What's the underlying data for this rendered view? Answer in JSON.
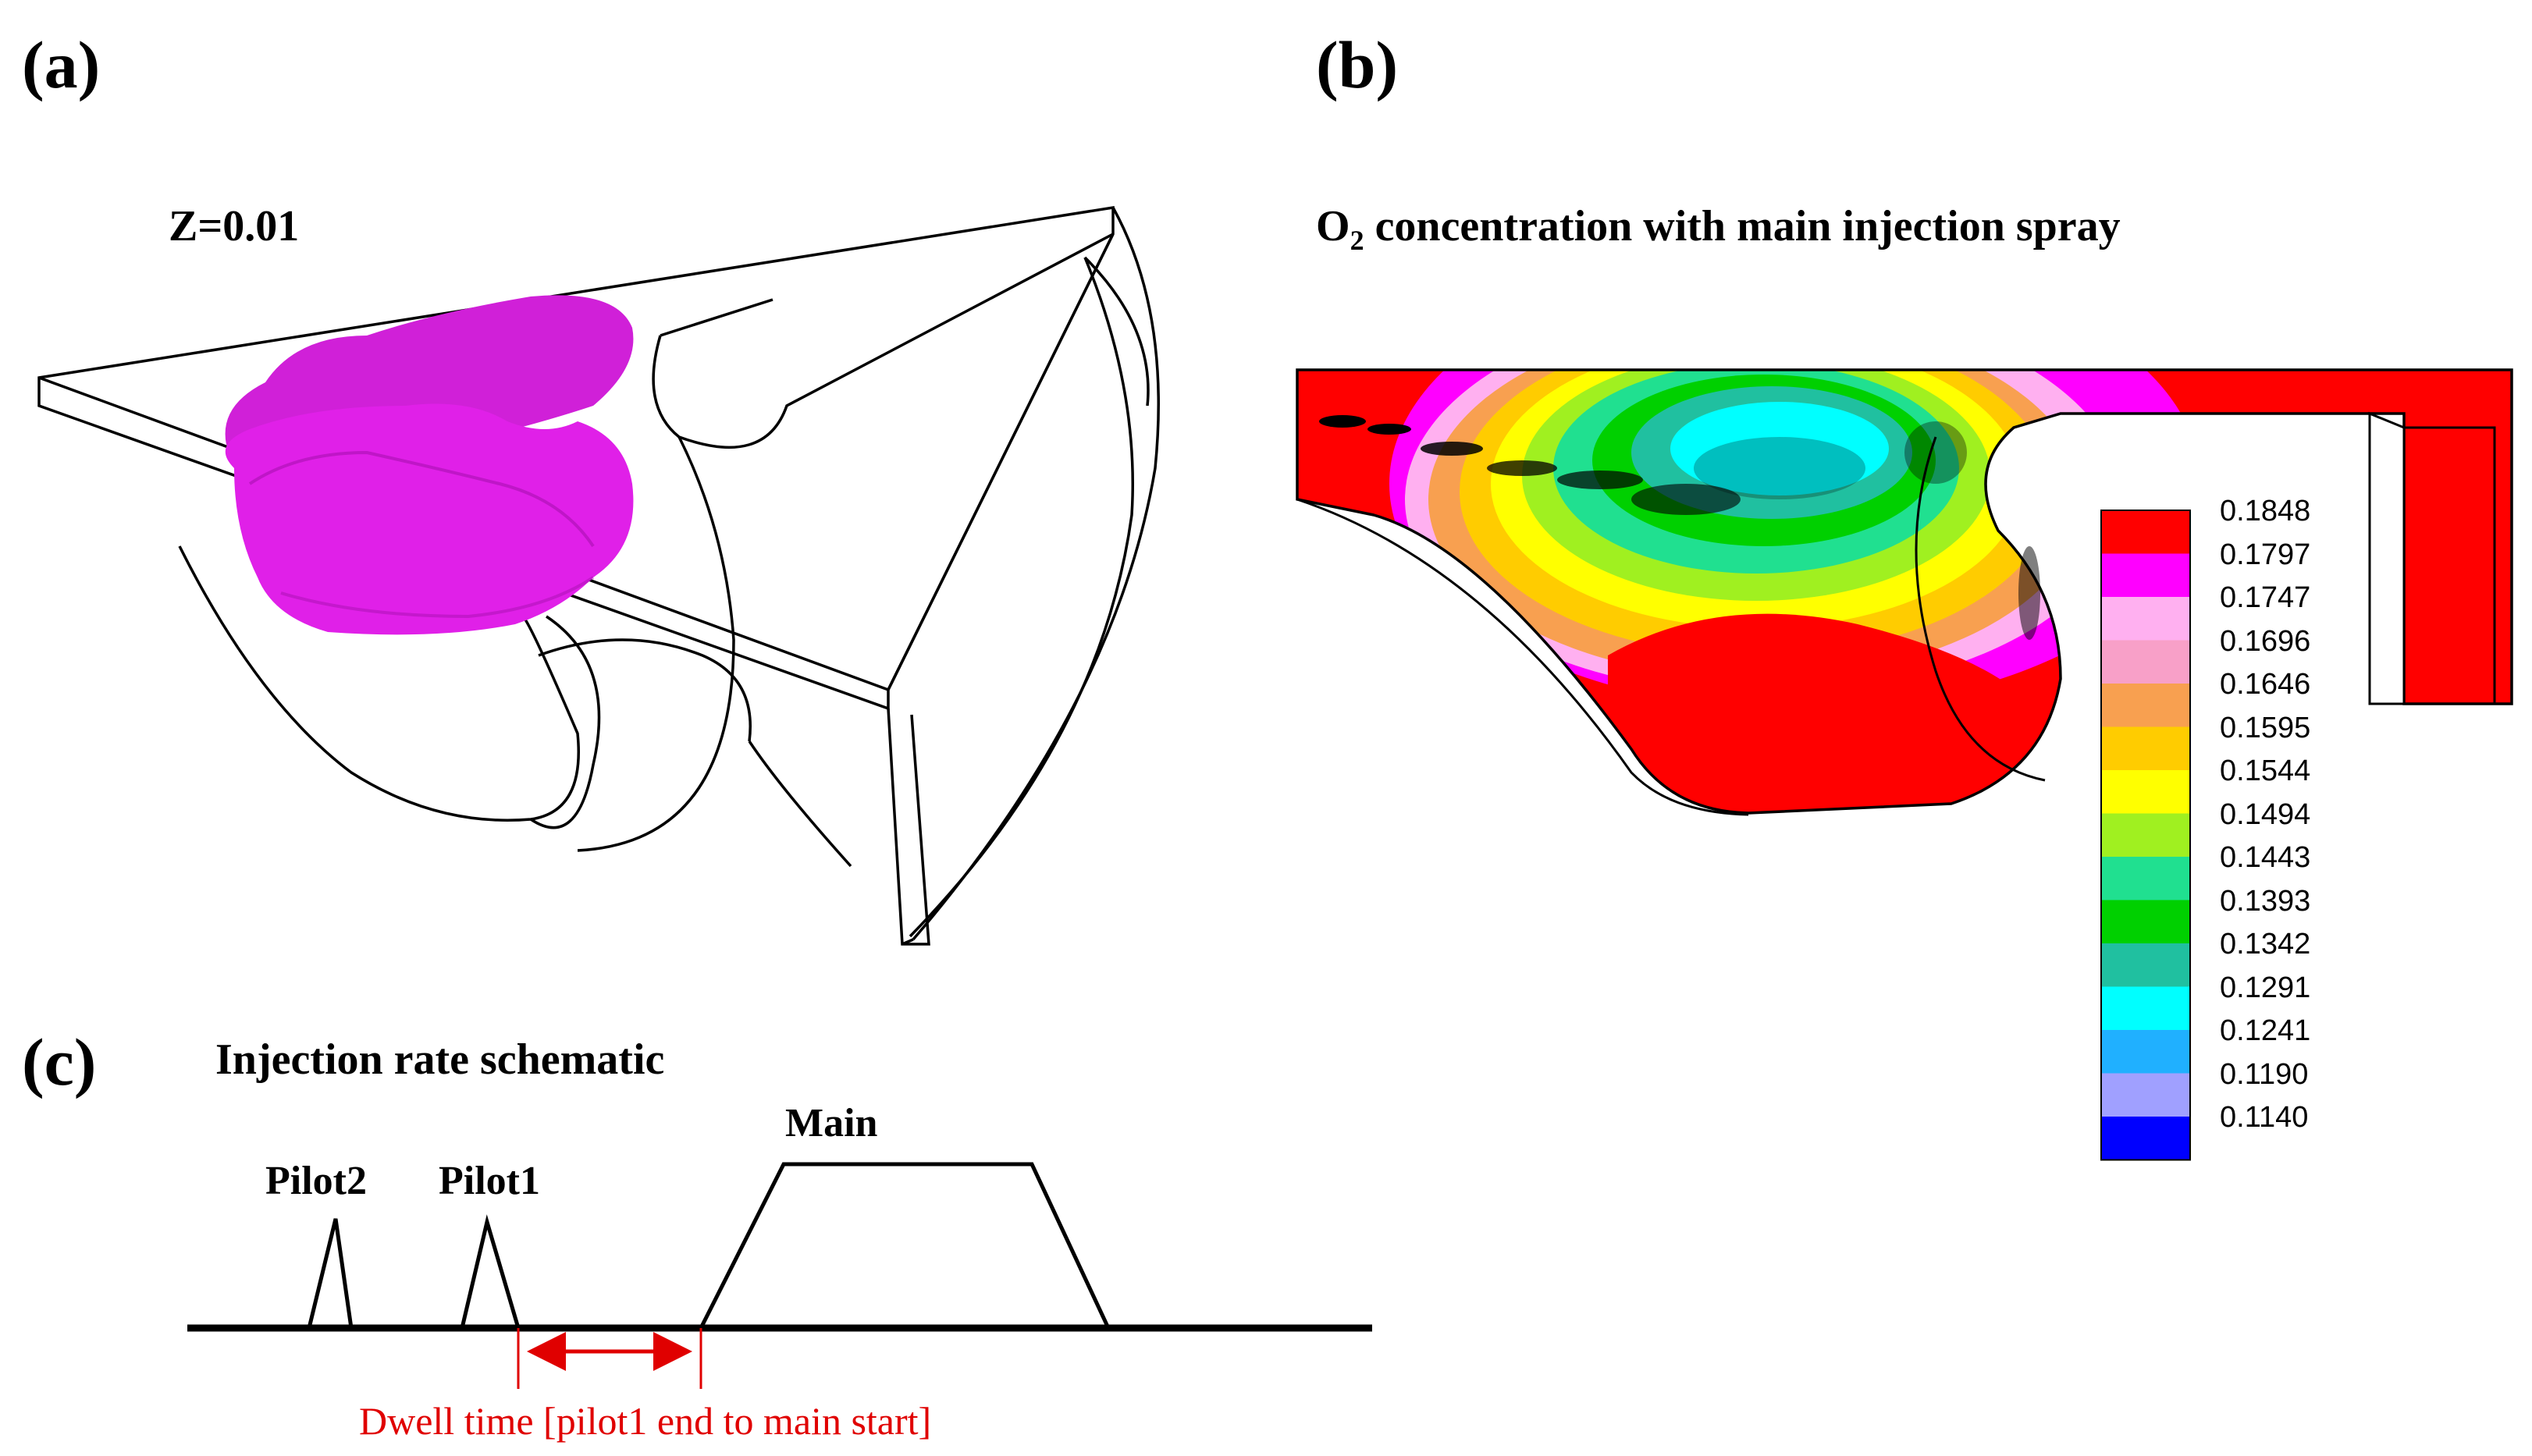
{
  "panels": {
    "a": {
      "label": "(a)",
      "caption": "Z=0.01"
    },
    "b": {
      "label": "(b)",
      "caption_main": "O",
      "caption_sub": "2",
      "caption_rest": " concentration with main injection spray"
    },
    "c": {
      "label": "(c)",
      "caption": "Injection rate schematic",
      "pulses": {
        "pilot2": "Pilot2",
        "pilot1": "Pilot1",
        "main": "Main"
      },
      "dwell_label": "Dwell time [pilot1 end to main start]"
    }
  },
  "legend": {
    "entries": [
      {
        "value": "0.1848",
        "color": "#ff0000"
      },
      {
        "value": "0.1797",
        "color": "#ff00ff"
      },
      {
        "value": "0.1747",
        "color": "#ffb0f0"
      },
      {
        "value": "0.1696",
        "color": "#f8a0c8"
      },
      {
        "value": "0.1646",
        "color": "#f8a050"
      },
      {
        "value": "0.1595",
        "color": "#ffcc00"
      },
      {
        "value": "0.1544",
        "color": "#ffff00"
      },
      {
        "value": "0.1494",
        "color": "#a0f020"
      },
      {
        "value": "0.1443",
        "color": "#20e090"
      },
      {
        "value": "0.1393",
        "color": "#00d000"
      },
      {
        "value": "0.1342",
        "color": "#20c0a0"
      },
      {
        "value": "0.1291",
        "color": "#00ffff"
      },
      {
        "value": "0.1241",
        "color": "#20b0ff"
      },
      {
        "value": "0.1190",
        "color": "#a0a0ff"
      },
      {
        "value": "0.1140",
        "color": "#0000ff"
      }
    ]
  },
  "colors": {
    "dwell_arrow": "#e00000",
    "plume": "#e020e8"
  }
}
